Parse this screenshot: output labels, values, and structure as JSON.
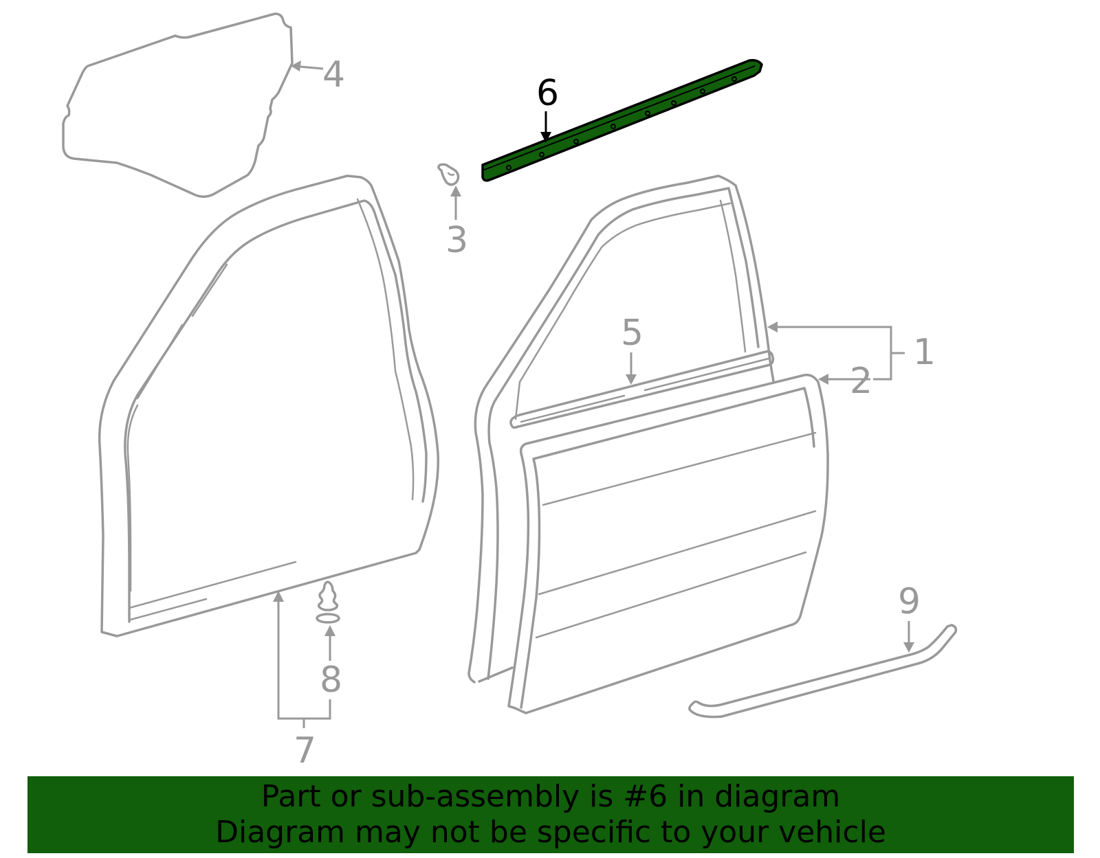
{
  "callouts": {
    "c1": "1",
    "c2": "2",
    "c3": "3",
    "c4": "4",
    "c5": "5",
    "c6": "6",
    "c7": "7",
    "c8": "8",
    "c9": "9"
  },
  "highlight_part": "6",
  "colors": {
    "highlight": "#115e0b",
    "part_stroke": "#999999",
    "banner_bg": "#115e0b"
  },
  "banner": {
    "line1": "Part or sub-assembly is #6 in diagram",
    "line2": "Diagram may not be specific to your vehicle"
  }
}
